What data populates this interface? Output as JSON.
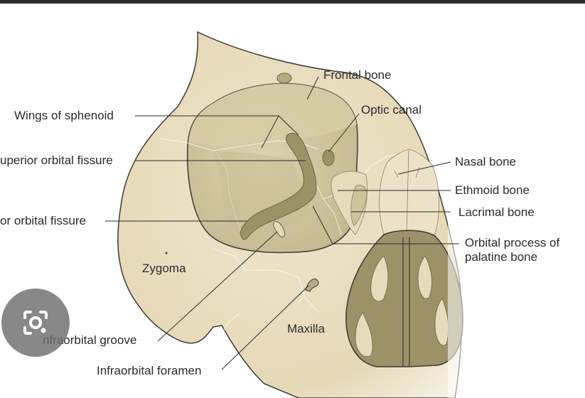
{
  "labels": {
    "frontal_bone": "Frontal bone",
    "optic_canal": "Optic canal",
    "wings_of_sphenoid": "Wings of sphenoid",
    "superior_orbital_fissure": "uperior orbital fissure",
    "nasal_bone": "Nasal bone",
    "ethmoid_bone": "Ethmoid bone",
    "lacrimal_bone": "Lacrimal bone",
    "inferior_orbital_fissure": "or orbital fissure",
    "orbital_process_line1": "Orbital process of",
    "orbital_process_line2": "palatine bone",
    "zygoma": "Zygoma",
    "maxilla": "Maxilla",
    "infraorbital_groove": "nfraorbital groove",
    "infraorbital_foramen": "Infraorbital foramen"
  },
  "colors": {
    "bone_light": "#ebe0c4",
    "bone_mid": "#d9cda6",
    "orbit_dark": "#b6aa82",
    "fissure": "#9d9168",
    "outline": "#3c3a34",
    "leader_line": "#2b2b2b",
    "lens_button": "#6e6e6e"
  },
  "icons": {
    "lens": "camera-lens-icon"
  }
}
